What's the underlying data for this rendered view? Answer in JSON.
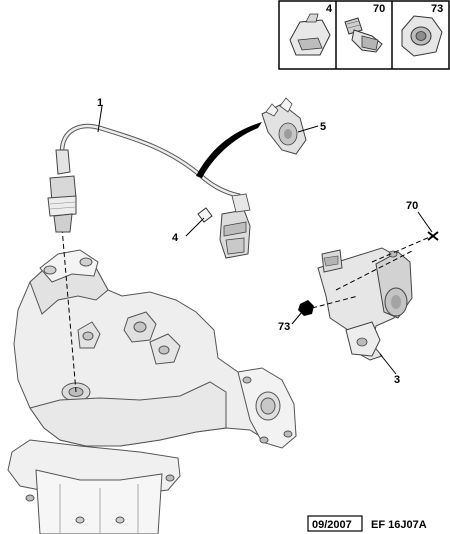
{
  "legend": {
    "items": [
      {
        "ref": "4"
      },
      {
        "ref": "70"
      },
      {
        "ref": "73"
      }
    ]
  },
  "callouts": {
    "c1": "1",
    "c5": "5",
    "c4": "4",
    "c70": "70",
    "c73": "73",
    "c3": "3"
  },
  "footer": {
    "date": "09/2007",
    "code": "EF 16J07A"
  }
}
